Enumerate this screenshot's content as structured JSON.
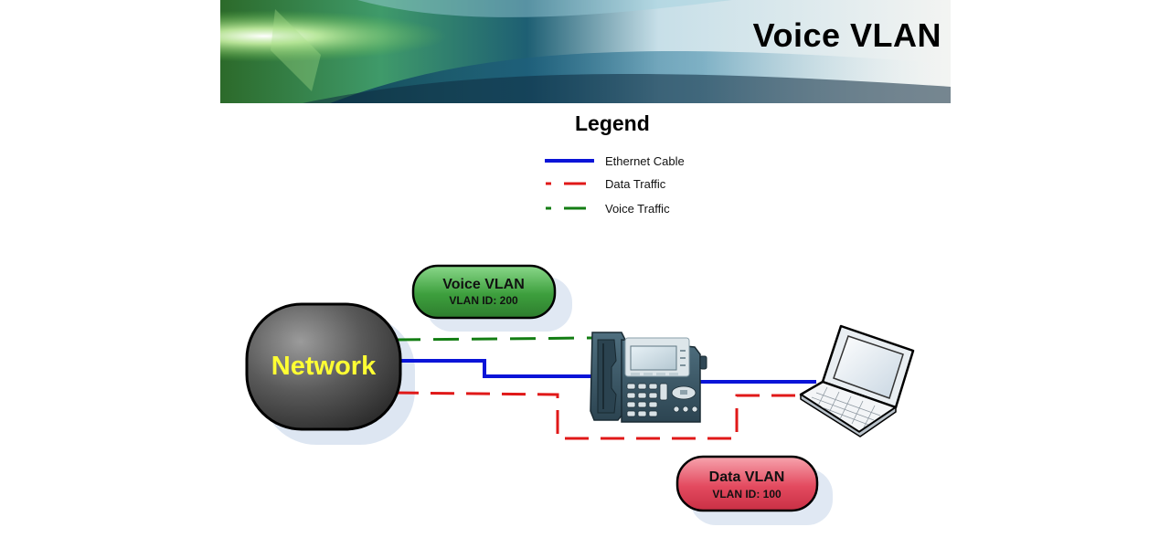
{
  "banner": {
    "title": "Voice VLAN"
  },
  "legend": {
    "title": "Legend",
    "items": [
      {
        "label": "Ethernet Cable",
        "color": "#0a14d8",
        "style": "solid"
      },
      {
        "label": "Data Traffic",
        "color": "#e01818",
        "style": "dashed"
      },
      {
        "label": "Voice Traffic",
        "color": "#137d13",
        "style": "dashed"
      }
    ]
  },
  "diagram": {
    "network": {
      "label": "Network",
      "label_color": "#ffff33"
    },
    "voice_vlan": {
      "title": "Voice VLAN",
      "subtitle": "VLAN ID:  200",
      "color": "#3a9b3a"
    },
    "data_vlan": {
      "title": "Data VLAN",
      "subtitle": "VLAN ID:  100",
      "color": "#e0455c"
    },
    "phone": {
      "icon": "ip-phone-icon"
    },
    "laptop": {
      "icon": "laptop-icon"
    }
  }
}
